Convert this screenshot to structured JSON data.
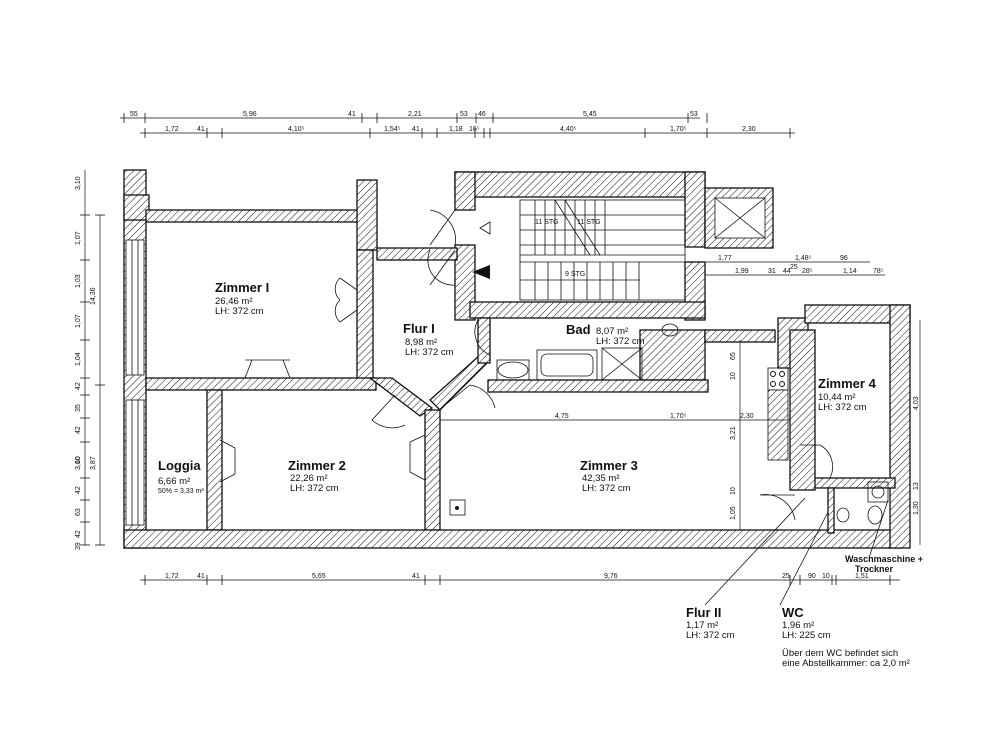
{
  "rooms": {
    "zimmer1": {
      "name": "Zimmer I",
      "area": "26,46 m²",
      "lh": "LH: 372 cm"
    },
    "flur1": {
      "name": "Flur I",
      "area": "8,98 m²",
      "lh": "LH: 372 cm"
    },
    "bad": {
      "name": "Bad",
      "area": "8,07 m²",
      "lh": "LH: 372 cm"
    },
    "loggia": {
      "name": "Loggia",
      "area": "6,66 m²",
      "note": "50% = 3,33 m²"
    },
    "zimmer2": {
      "name": "Zimmer 2",
      "area": "22,26 m²",
      "lh": "LH: 372 cm"
    },
    "zimmer3": {
      "name": "Zimmer 3",
      "area": "42,35 m²",
      "lh": "LH: 372 cm"
    },
    "zimmer4": {
      "name": "Zimmer 4",
      "area": "10,44 m²",
      "lh": "LH: 372 cm"
    }
  },
  "callouts": {
    "flur2": {
      "name": "Flur II",
      "area": "1,17 m²",
      "lh": "LH: 372 cm"
    },
    "wc": {
      "name": "WC",
      "area": "1,96 m²",
      "lh": "LH: 225 cm"
    },
    "wc_note_1": "Über dem WC befindet sich",
    "wc_note_2": "eine Abstellkammer: ca 2,0 m²",
    "washer_1": "Waschmaschine +",
    "washer_2": "Trockner"
  },
  "stairs": {
    "stg1": "11 STG",
    "stg2": "11 STG",
    "stg3": "9 STG"
  },
  "dims": {
    "top1": [
      "55",
      "5,96",
      "41",
      "2,21",
      "53",
      "46",
      "5,45",
      "53"
    ],
    "top2": [
      "1,72",
      "41",
      "4,10⁵",
      "1,54⁵",
      "41",
      "1,18",
      "16⁵",
      "4,40⁵",
      "1,70⁵",
      "2,30"
    ],
    "bottom": [
      "1,72",
      "41",
      "5,65",
      "41",
      "9,76",
      "25",
      "90",
      "10",
      "1,51"
    ],
    "left": [
      "3,10",
      "1,07",
      "1,03",
      "1,07",
      "1,04",
      "42",
      "35",
      "42",
      "60",
      "42",
      "63",
      "42",
      "3,10",
      "3,87",
      "39",
      "14,36"
    ],
    "inner": [
      "4,75",
      "1,70⁵",
      "2,30",
      "3,21",
      "1,05",
      "10",
      "10",
      "65",
      "4,03",
      "13",
      "1,30",
      "1,77",
      "1,48⁵",
      "96",
      "25",
      "1,99",
      "31",
      "44",
      "28⁵",
      "1,14",
      "78⁵"
    ]
  }
}
